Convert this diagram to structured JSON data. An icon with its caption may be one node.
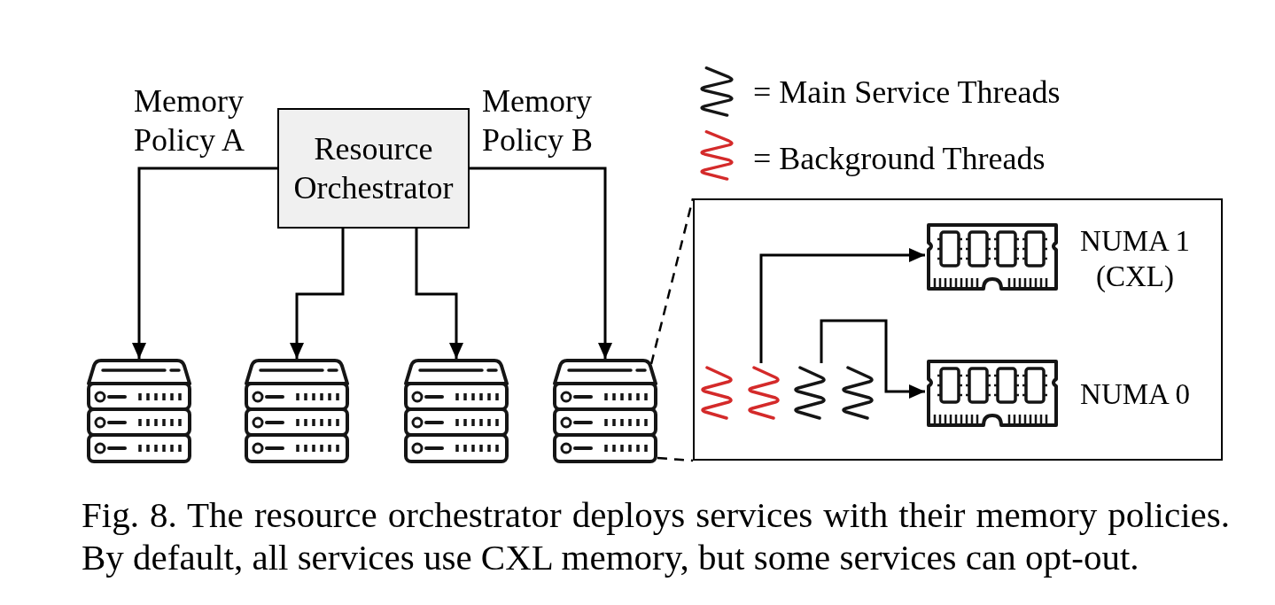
{
  "diagram": {
    "caption": "Fig. 8. The resource orchestrator deploys services with their memory policies. By default, all services use CXL memory, but some services can opt-out.",
    "nodes": [
      {
        "text": [
          "Resource Orchestrator"
        ]
      },
      {
        "text": [],
        "shape": "picture"
      },
      {
        "text": [],
        "shape": "picture"
      },
      {
        "text": [],
        "shape": "picture"
      },
      {
        "text": [],
        "shape": "picture"
      },
      {
        "text": [],
        "shape": "box"
      },
      {
        "text": [],
        "shape": "picture",
        "in": 5
      },
      {
        "text": [],
        "shape": "picture",
        "in": 5
      },
      {
        "text": [],
        "shape": "picture",
        "in": 5
      },
      {
        "text": [],
        "shape": "picture",
        "in": 5
      },
      {
        "text": [],
        "shape": "picture",
        "in": 5,
        "beside": [
          "NUMA 1 (CXL)"
        ]
      },
      {
        "text": [],
        "shape": "picture",
        "in": 5,
        "beside": [
          "NUMA 0"
        ]
      }
    ],
    "edges": [
      {
        "from": 0,
        "to": 1,
        "arrow": "to",
        "label": "Memory Policy A"
      },
      {
        "from": 0,
        "to": 2,
        "arrow": "to"
      },
      {
        "from": 0,
        "to": 3,
        "arrow": "to"
      },
      {
        "from": 0,
        "to": 4,
        "arrow": "to",
        "label": "Memory Policy B"
      },
      {
        "from": 4,
        "to": 5,
        "arrow": "none",
        "style": "dashed"
      },
      {
        "from": 4,
        "to": 5,
        "arrow": "none",
        "style": "dashed"
      },
      {
        "from": 7,
        "to": 10,
        "arrow": "to"
      },
      {
        "from": 8,
        "to": 11,
        "arrow": "to"
      }
    ],
    "legend": [
      {
        "text": "= Main Service Threads"
      },
      {
        "text": "= Background Threads"
      }
    ]
  }
}
